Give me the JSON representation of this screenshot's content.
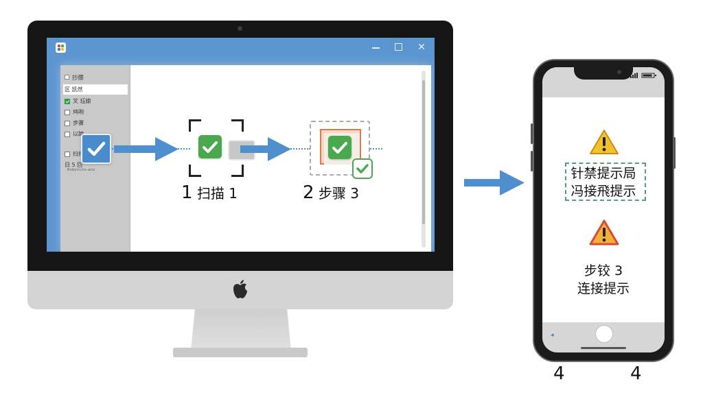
{
  "desktop": {
    "sidebar": {
      "header": "抄腰",
      "items": [
        {
          "label": "区 凯然",
          "state": "none",
          "selected": true
        },
        {
          "label": "叉 珏娘",
          "state": "checked",
          "selected": false
        },
        {
          "label": "鸠咧",
          "state": "unchecked",
          "selected": false
        },
        {
          "label": "步骤",
          "state": "unchecked",
          "selected": false
        },
        {
          "label": "以蹄",
          "state": "unchecked",
          "selected": false
        },
        {
          "label": "扫扫",
          "state": "unchecked",
          "selected": false
        }
      ],
      "footer_label": "日 5 回",
      "footer_tiny": "Rsbxnchs-anz"
    },
    "steps": [
      {
        "number": "1",
        "text": "扫描 1"
      },
      {
        "number": "2",
        "text": "步骤 3"
      }
    ]
  },
  "phone": {
    "message_1": [
      "针禁提示局",
      "冯接飛提示"
    ],
    "message_2": [
      "步铰 3",
      "连接提示"
    ]
  },
  "footer_numbers": [
    "4",
    "4"
  ],
  "colors": {
    "window_accent": "#5b95cf",
    "flow_blue": "#4a8ccb",
    "check_green": "#4aa84f",
    "warning_yellow": "#f2c12e",
    "warning_red": "#d84a35"
  }
}
